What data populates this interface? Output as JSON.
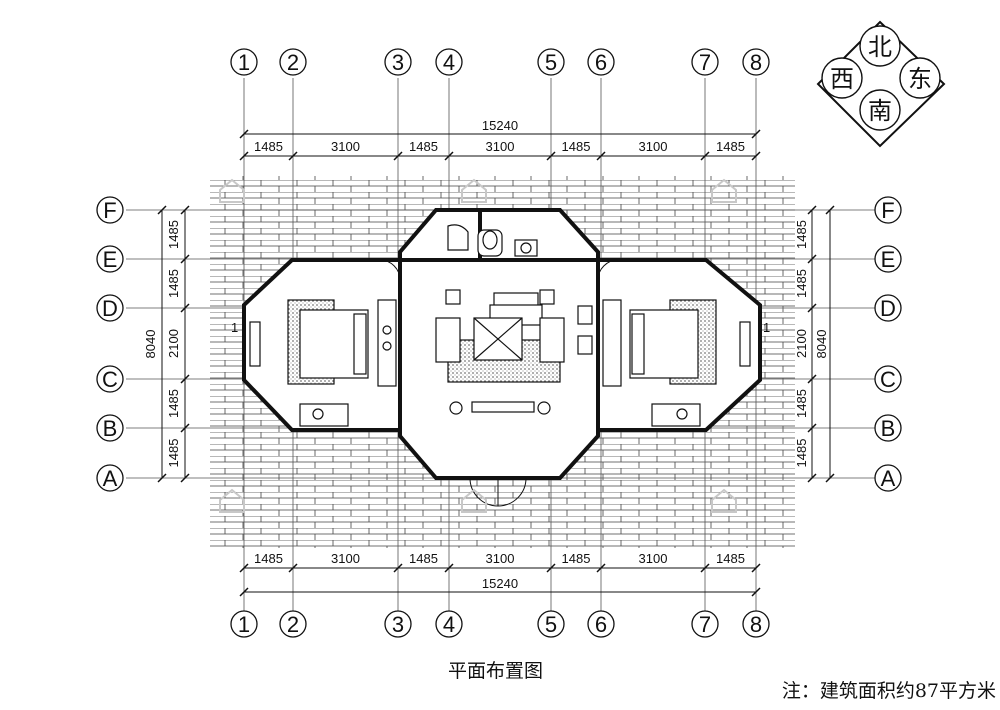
{
  "title": "平面布置图",
  "note": "注：建筑面积约87平方米",
  "axes": {
    "columns": [
      "1",
      "2",
      "3",
      "4",
      "5",
      "6",
      "7",
      "8"
    ],
    "rows": [
      "F",
      "E",
      "D",
      "C",
      "B",
      "A"
    ]
  },
  "dimensions": {
    "total_width": "15240",
    "top_row": [
      "1485",
      "3100",
      "1485",
      "3100",
      "1485",
      "3100",
      "1485"
    ],
    "top_segments_drawn": [
      "1485",
      "3100",
      "1485",
      "3100",
      "1485",
      "3100",
      "1485"
    ],
    "bottom_row": [
      "1485",
      "3100",
      "1485",
      "3100",
      "1485",
      "3100",
      "1485"
    ],
    "total_depth": "8040",
    "side_segments": [
      "1485",
      "1485",
      "2100",
      "1485",
      "1485"
    ]
  },
  "compass": {
    "north": "北",
    "east": "东",
    "south": "南",
    "west": "西"
  },
  "window_tags": {
    "left": "1",
    "right": "1"
  },
  "colors": {
    "line": "#111111",
    "brick": "#444444",
    "watermark": "#c8c8c8",
    "rug": "#888888"
  }
}
